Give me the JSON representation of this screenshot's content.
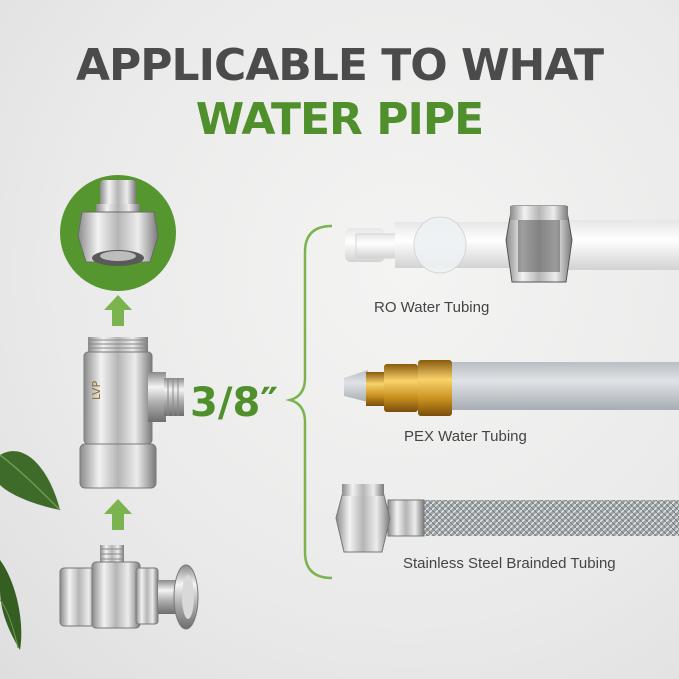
{
  "header": {
    "line1": "APPLICABLE TO WHAT",
    "line2": "WATER PIPE"
  },
  "size": "3/8″",
  "tubes": [
    {
      "label": "RO Water Tubing"
    },
    {
      "label": "PEX Water Tubing"
    },
    {
      "label": "Stainless Steel Brainded Tubing"
    }
  ],
  "colors": {
    "green": "#4f8f2c",
    "title_gray": "#4b4b4b"
  }
}
